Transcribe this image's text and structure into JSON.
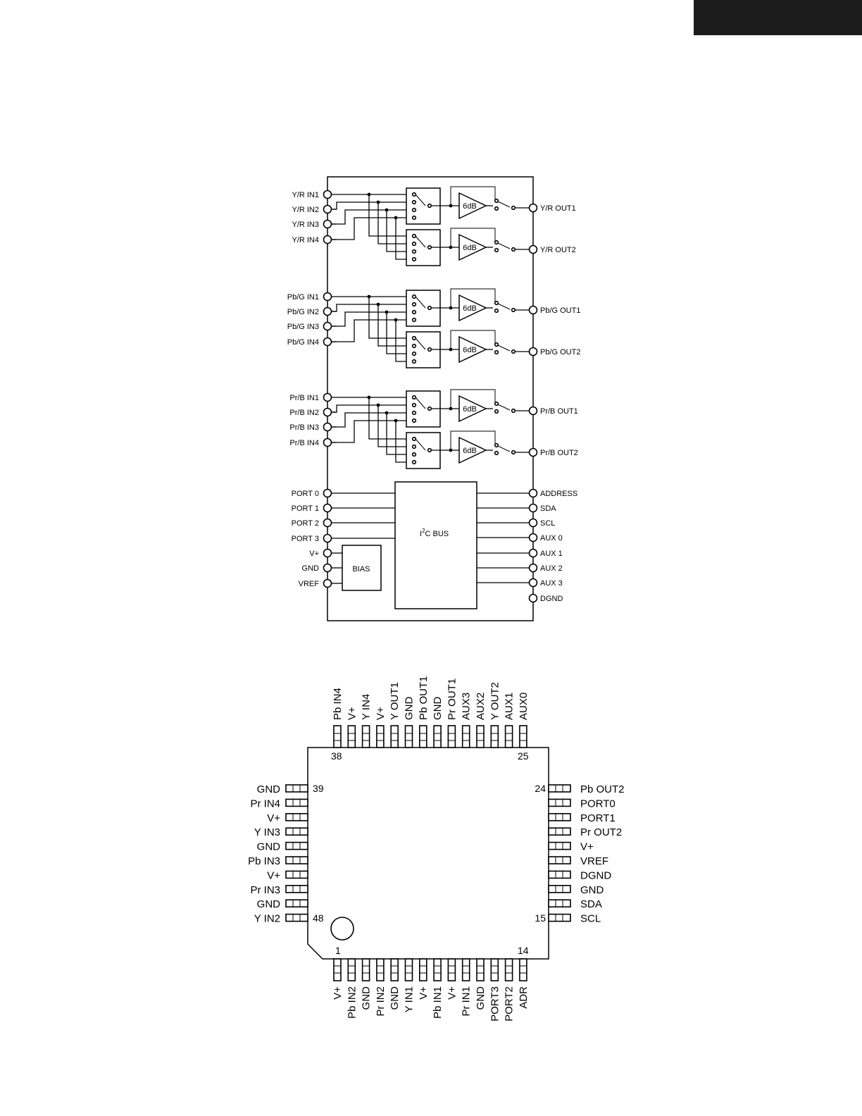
{
  "block_diagram": {
    "channels": [
      {
        "inputs": [
          "Y/R IN1",
          "Y/R IN2",
          "Y/R IN3",
          "Y/R IN4"
        ],
        "outputs": [
          "Y/R OUT1",
          "Y/R OUT2"
        ]
      },
      {
        "inputs": [
          "Pb/G IN1",
          "Pb/G IN2",
          "Pb/G IN3",
          "Pb/G IN4"
        ],
        "outputs": [
          "Pb/G OUT1",
          "Pb/G OUT2"
        ]
      },
      {
        "inputs": [
          "Pr/B IN1",
          "Pr/B IN2",
          "Pr/B IN3",
          "Pr/B IN4"
        ],
        "outputs": [
          "Pr/B OUT1",
          "Pr/B OUT2"
        ]
      }
    ],
    "amp_label": "6dB",
    "left_pins": [
      "PORT 0",
      "PORT 1",
      "PORT 2",
      "PORT 3",
      "V+",
      "GND",
      "VREF"
    ],
    "right_pins": [
      "ADDRESS",
      "SDA",
      "SCL",
      "AUX 0",
      "AUX 1",
      "AUX 2",
      "AUX 3",
      "DGND"
    ],
    "bus_label_prefix": "I",
    "bus_label_sup": "2",
    "bus_label_suffix": "C BUS",
    "bias_label": "BIAS"
  },
  "pinout": {
    "top_pins": [
      "Pb IN4",
      "V+",
      "Y IN4",
      "V+",
      "Y OUT1",
      "GND",
      "Pb OUT1",
      "GND",
      "Pr OUT1",
      "AUX3",
      "AUX2",
      "Y OUT2",
      "AUX1",
      "AUX0"
    ],
    "left_pins": [
      "GND",
      "Pr IN4",
      "V+",
      "Y IN3",
      "GND",
      "Pb IN3",
      "V+",
      "Pr IN3",
      "GND",
      "Y IN2"
    ],
    "right_pins": [
      "Pb OUT2",
      "PORT0",
      "PORT1",
      "Pr OUT2",
      "V+",
      "VREF",
      "DGND",
      "GND",
      "SDA",
      "SCL"
    ],
    "bottom_pins": [
      "V+",
      "Pb IN2",
      "GND",
      "Pr IN2",
      "GND",
      "Y IN1",
      "V+",
      "Pb IN1",
      "V+",
      "Pr IN1",
      "GND",
      "PORT3",
      "PORT2",
      "ADR"
    ],
    "pin_numbers": {
      "top_left": "38",
      "top_right": "25",
      "left_top": "39",
      "left_bottom": "48",
      "right_top": "24",
      "right_bottom": "15",
      "bottom_left": "1",
      "bottom_right": "14"
    }
  }
}
